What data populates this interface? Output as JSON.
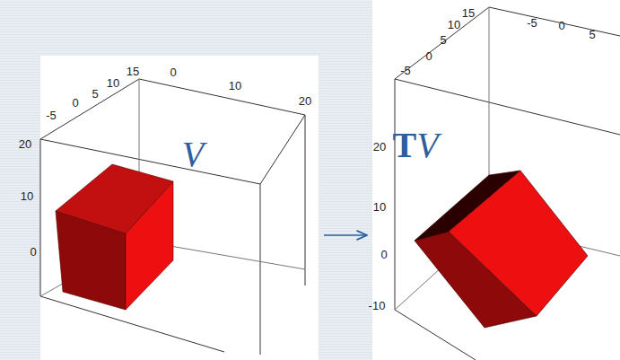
{
  "diagram": {
    "nodes": [
      {
        "text": [
          "V"
        ]
      },
      {
        "text": [
          "TV"
        ]
      }
    ],
    "edges": [
      {
        "from": 0,
        "to": 1,
        "arrow": "to"
      }
    ],
    "labels": [
      "-5",
      "0",
      "5",
      "10",
      "15",
      "0",
      "10",
      "20",
      "20",
      "10",
      "0",
      "15",
      "10",
      "5",
      "0",
      "-5",
      "-5",
      "0",
      "5",
      "20",
      "10",
      "0",
      "-10"
    ]
  }
}
